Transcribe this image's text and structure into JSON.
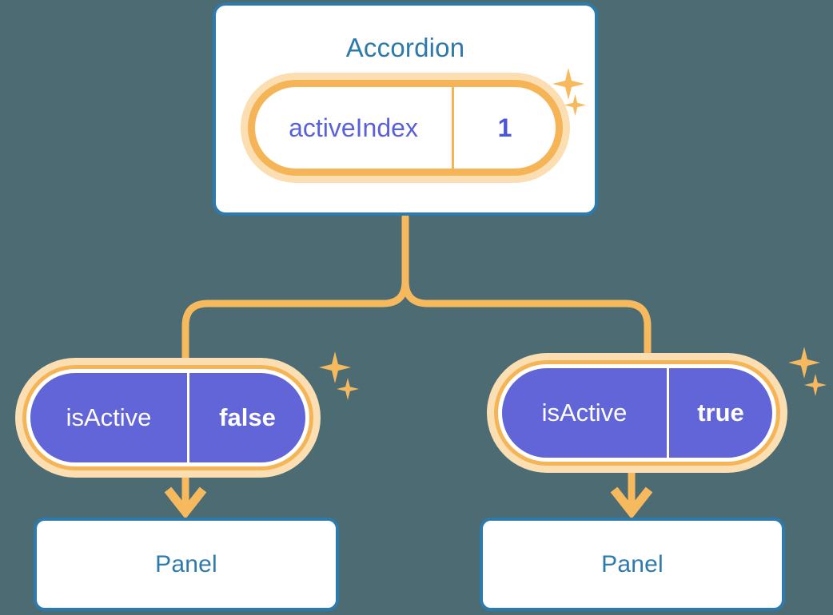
{
  "theme": {
    "background": "#4c6b72",
    "card_border": "#2d7aad",
    "card_text": "#2d7aad",
    "accent_orange": "#f5b557",
    "accent_orange_soft": "#fbdfb2",
    "pill_purple": "#6165d7",
    "value_purple": "#4d57d6",
    "sparkle": "#f7b95e"
  },
  "tree": {
    "root": {
      "title": "Accordion",
      "state_pill": {
        "key": "activeIndex",
        "value": "1",
        "style": "white-pill-orange-ring",
        "sparkles": [
          "sparkle-large",
          "sparkle-small"
        ]
      }
    },
    "children": [
      {
        "state_pill": {
          "key": "isActive",
          "value": "false",
          "style": "purple-pill-orange-ring",
          "sparkles": [
            "sparkle-large",
            "sparkle-small"
          ]
        },
        "arrow": "arrow-down-icon",
        "card": {
          "title": "Panel"
        }
      },
      {
        "state_pill": {
          "key": "isActive",
          "value": "true",
          "style": "purple-pill-orange-ring",
          "sparkles": [
            "sparkle-large",
            "sparkle-small"
          ]
        },
        "arrow": "arrow-down-icon",
        "card": {
          "title": "Panel"
        }
      }
    ]
  }
}
